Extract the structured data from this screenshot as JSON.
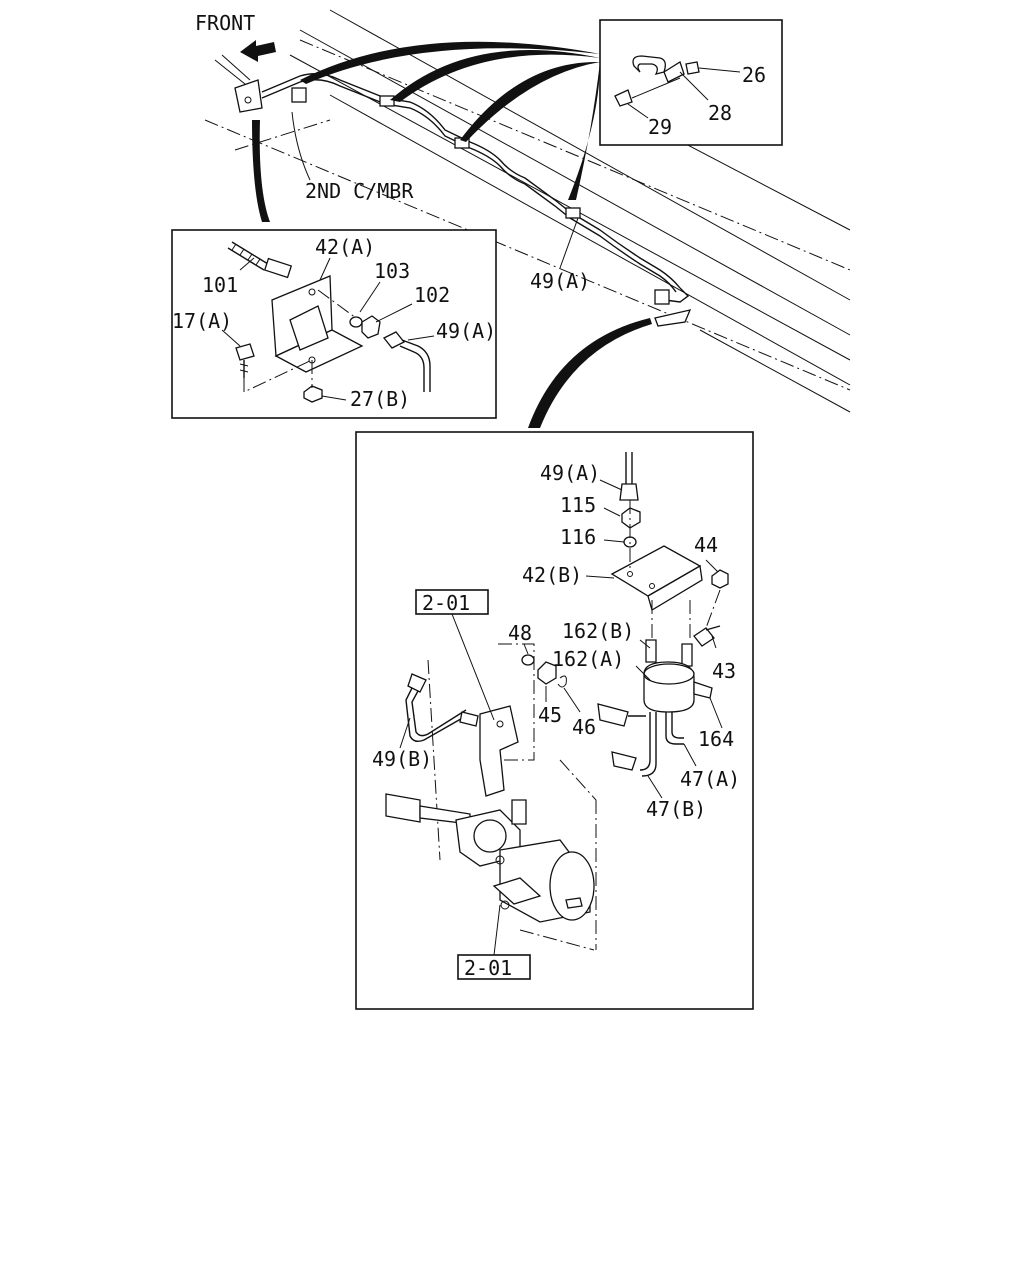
{
  "diagram": {
    "front_label": "FRONT",
    "member_label": "2ND C/MBR",
    "ref_boxes": [
      "2-01",
      "2-01"
    ],
    "callouts": {
      "top_right": [
        "26",
        "28",
        "29"
      ],
      "top_main": [
        "49(A)"
      ],
      "detail_left": [
        "42(A)",
        "103",
        "102",
        "101",
        "17(A)",
        "49(A)",
        "27(B)"
      ],
      "detail_bottom": [
        "49(A)",
        "115",
        "116",
        "44",
        "42(B)",
        "48",
        "162(B)",
        "162(A)",
        "43",
        "45",
        "46",
        "164",
        "49(B)",
        "47(A)",
        "47(B)"
      ]
    }
  }
}
